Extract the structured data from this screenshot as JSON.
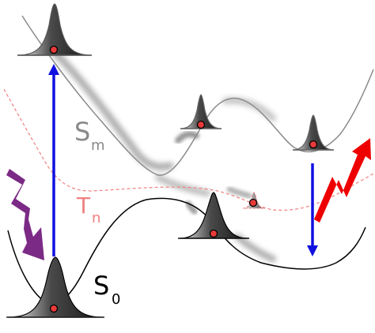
{
  "labels": {
    "s0_main": "S",
    "s0_sub": "0",
    "sm_main": "S",
    "sm_sub": "m",
    "tn_main": "T",
    "tn_sub": "n"
  },
  "colors": {
    "s0_curve": "#000000",
    "sm_curve": "#8a8a8a",
    "sm_label": "#8a8a8a",
    "tn_curve": "#f08080",
    "tn_label": "#f08080",
    "excitation_arrow": "#1010e0",
    "emission_arrow": "#1010e0",
    "absorbed_light_bolt": "#7b2a85",
    "emitted_light_bolt": "#ee0000",
    "state_dot": "#e83a3a",
    "wavepacket_dark": "#333333",
    "wavepacket_light": "#eeeeee"
  },
  "icons": {
    "absorption": "lightning-bolt-icon",
    "emission": "lightning-bolt-icon"
  }
}
